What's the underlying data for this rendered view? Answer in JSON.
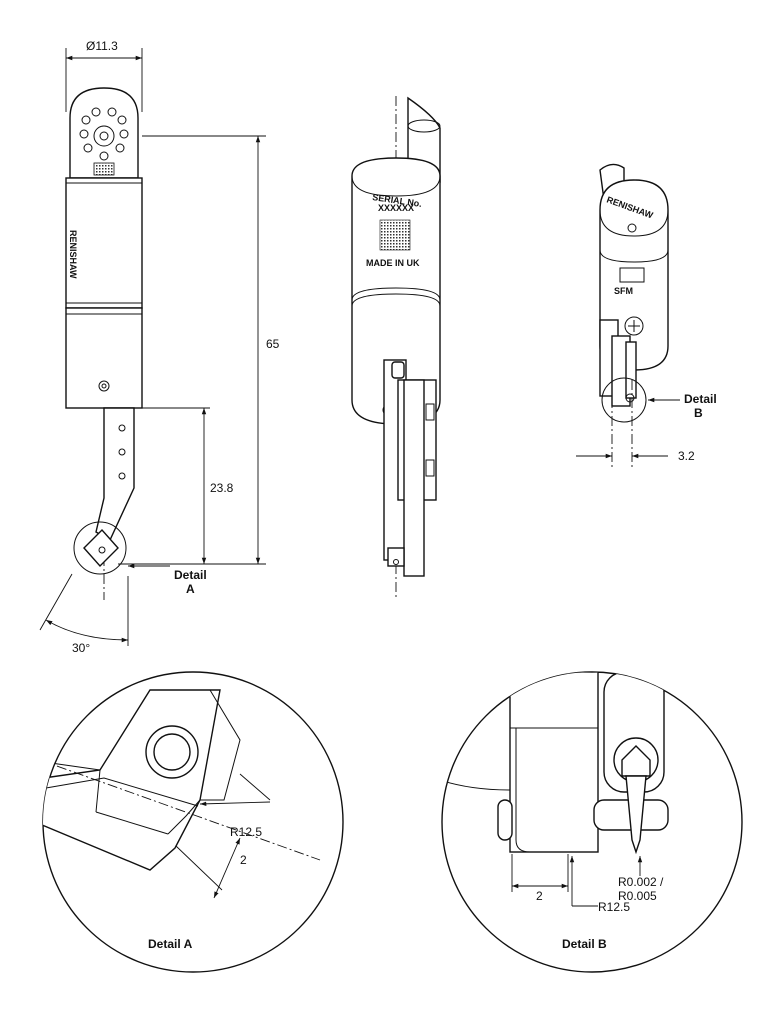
{
  "dimensions": {
    "diameter": "Ø11.3",
    "length_total": "65",
    "length_tip": "23.8",
    "angle": "30°",
    "offset": "3.2",
    "radius_a": "R12.5",
    "width_a": "2",
    "width_b": "2",
    "radius_b": "R12.5",
    "tip_radius_line1": "R0.002 /",
    "tip_radius_line2": "R0.005"
  },
  "labels": {
    "detail_a_callout_1": "Detail",
    "detail_a_callout_2": "A",
    "detail_b_callout_1": "Detail",
    "detail_b_callout_2": "B",
    "detail_a_title": "Detail A",
    "detail_b_title": "Detail B"
  },
  "markings": {
    "serial_1": "SERIAL No.",
    "serial_2": "XXXXXX",
    "made_in": "MADE IN UK",
    "brand": "RENISHAW",
    "sfm": "SFM"
  }
}
